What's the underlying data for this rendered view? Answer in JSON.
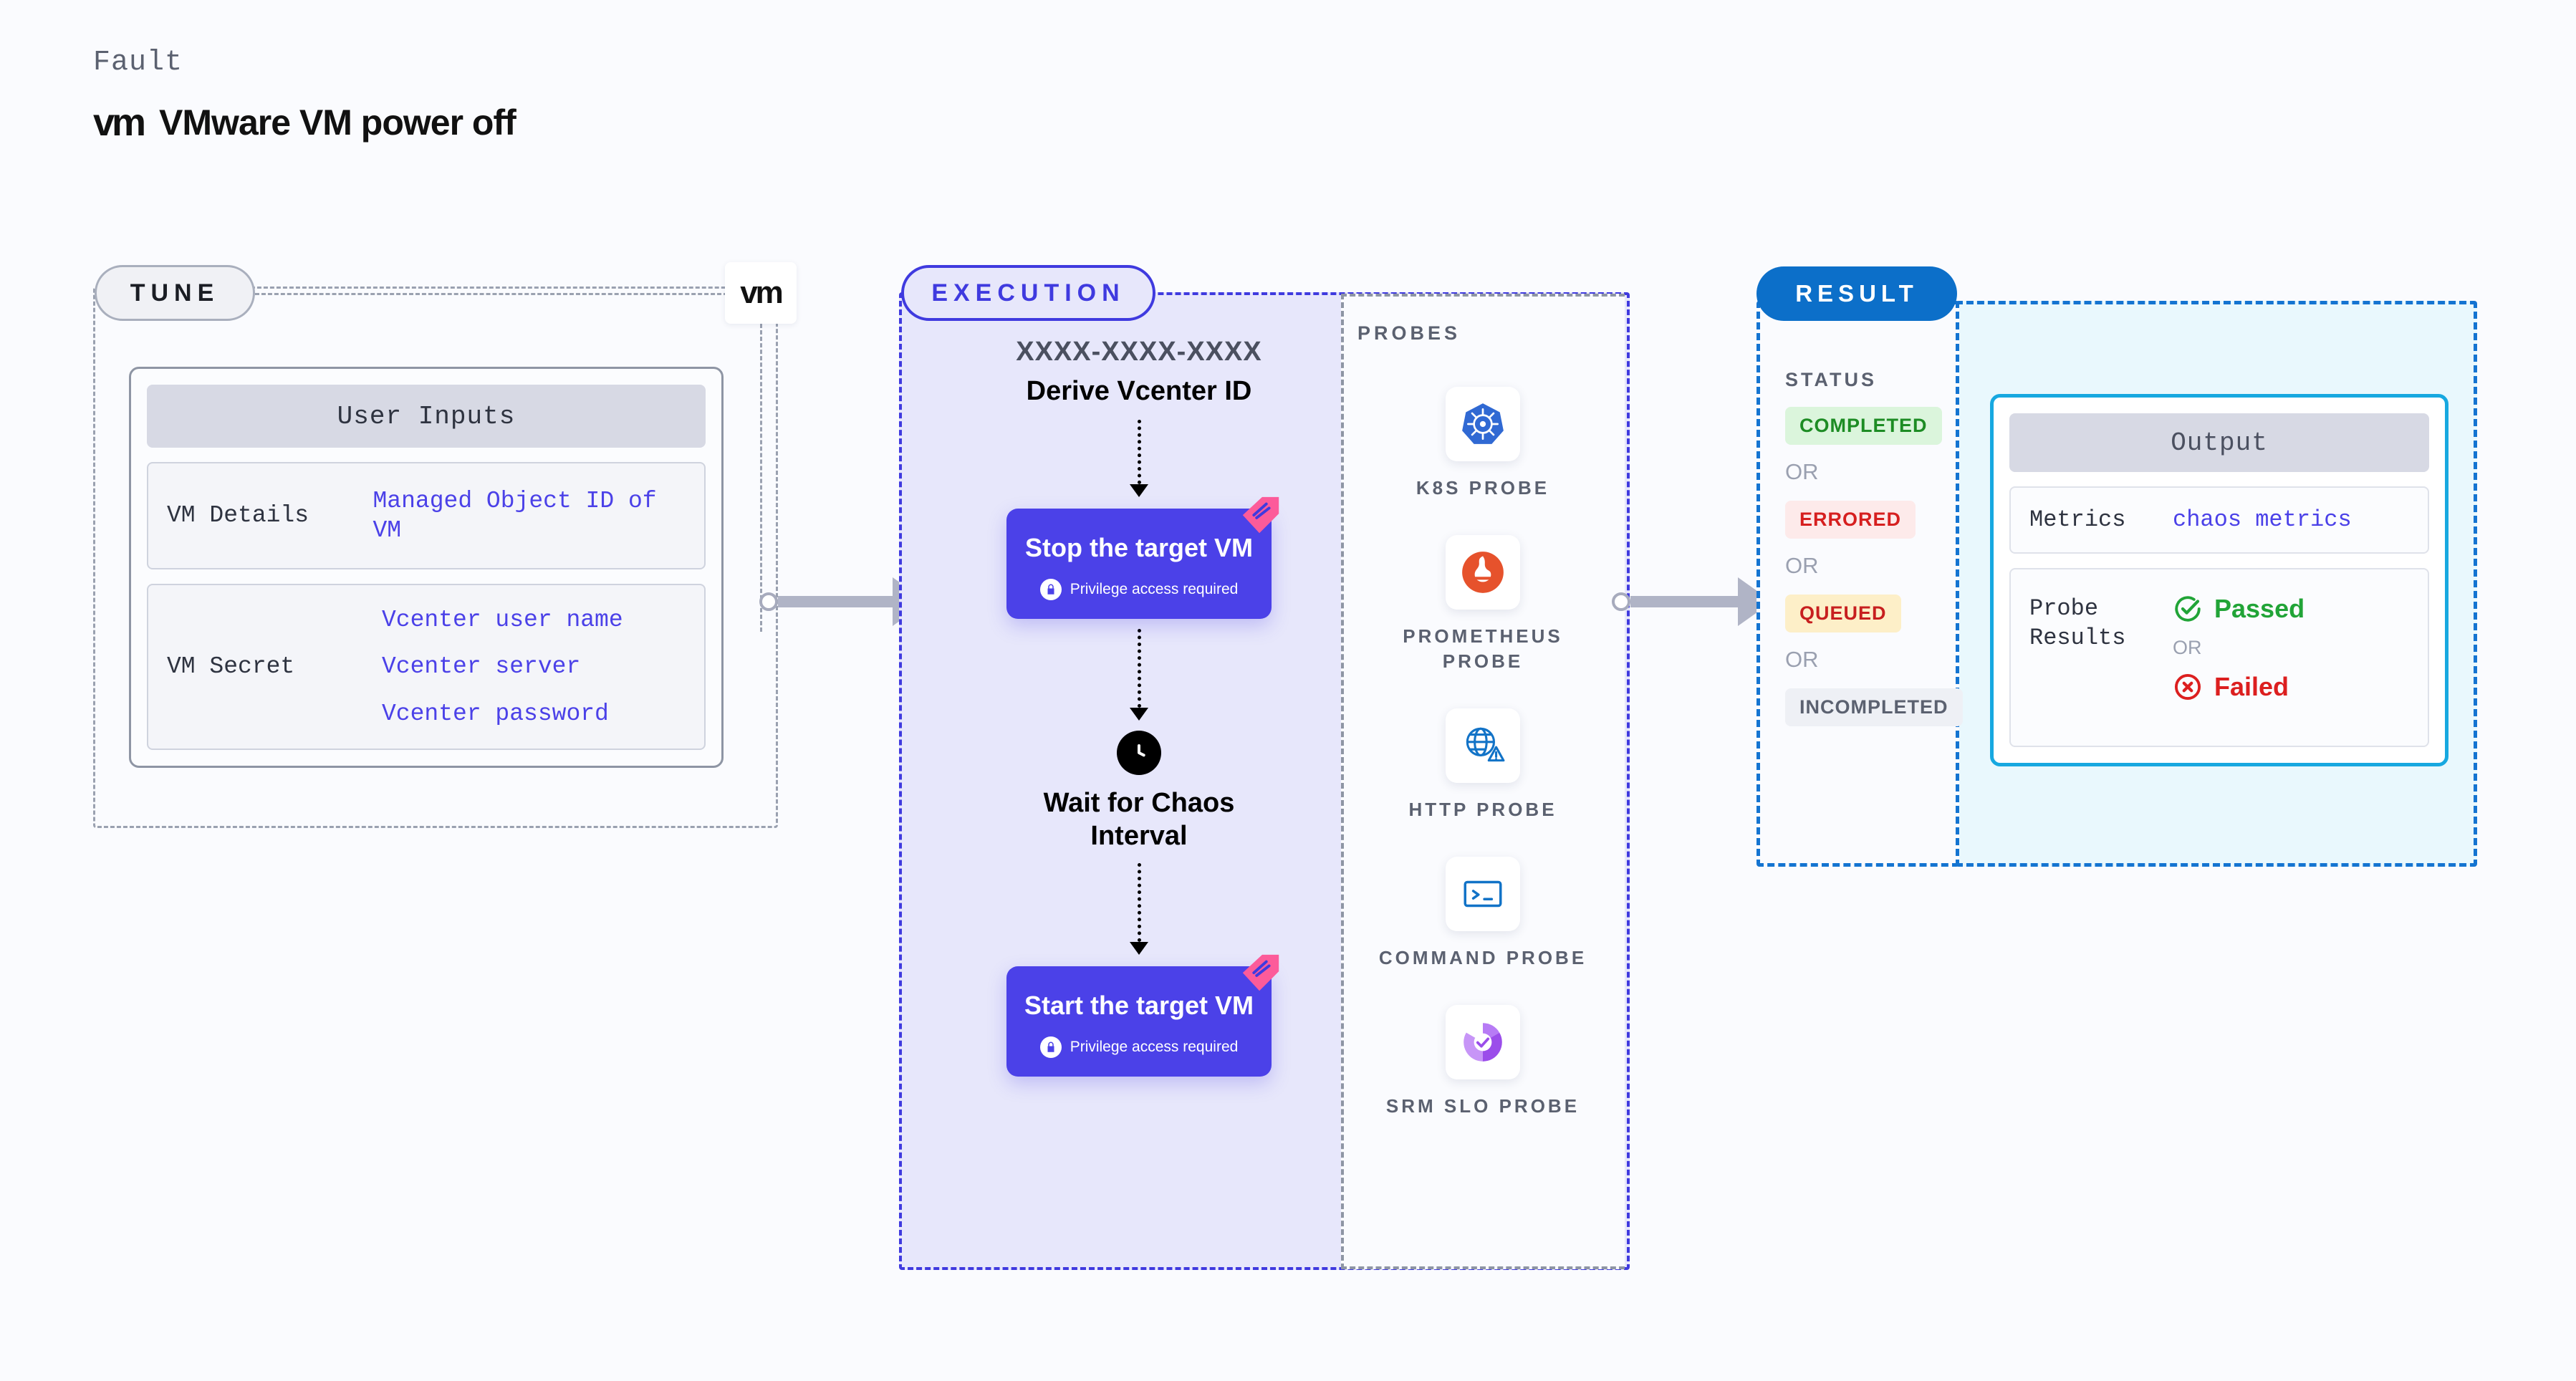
{
  "header": {
    "kicker": "Fault",
    "logo_text": "vm",
    "title": "VMware VM power off"
  },
  "tune": {
    "pill_label": "TUNE",
    "badge_logo": "vm",
    "card_title": "User Inputs",
    "rows": [
      {
        "label": "VM Details",
        "values": [
          "Managed Object ID of VM"
        ]
      },
      {
        "label": "VM Secret",
        "values": [
          "Vcenter user name",
          "Vcenter server",
          "Vcenter password"
        ]
      }
    ]
  },
  "execution": {
    "pill_label": "EXECUTION",
    "derive_id": "XXXX-XXXX-XXXX",
    "derive_label": "Derive Vcenter ID",
    "stop_card": {
      "title": "Stop the target VM",
      "privilege": "Privilege access required"
    },
    "wait_label": "Wait for Chaos Interval",
    "start_card": {
      "title": "Start the target VM",
      "privilege": "Privilege access required"
    }
  },
  "probes": {
    "title": "PROBES",
    "items": [
      {
        "label": "K8S PROBE",
        "icon": "kubernetes-icon",
        "color": "#3069d3"
      },
      {
        "label": "PROMETHEUS PROBE",
        "icon": "prometheus-icon",
        "color": "#e6522c"
      },
      {
        "label": "HTTP PROBE",
        "icon": "http-globe-warning-icon",
        "color": "#1273c7"
      },
      {
        "label": "COMMAND PROBE",
        "icon": "terminal-icon",
        "color": "#1273c7"
      },
      {
        "label": "SRM SLO PROBE",
        "icon": "srm-slo-icon",
        "color": "#9b4dea"
      }
    ]
  },
  "result": {
    "pill_label": "RESULT",
    "status_title": "STATUS",
    "or_label": "OR",
    "statuses": [
      {
        "label": "COMPLETED",
        "bg": "#dbf5dc",
        "fg": "#1d8c24"
      },
      {
        "label": "ERRORED",
        "bg": "#fdeaea",
        "fg": "#d61f1f"
      },
      {
        "label": "QUEUED",
        "bg": "#fdefc8",
        "fg": "#c71f1f"
      },
      {
        "label": "INCOMPLETED",
        "bg": "#eef0f5",
        "fg": "#5b6170"
      }
    ],
    "output": {
      "title": "Output",
      "metrics_label": "Metrics",
      "metrics_value": "chaos metrics",
      "probe_results_label": "Probe Results",
      "passed": "Passed",
      "or_label": "OR",
      "failed": "Failed"
    }
  }
}
